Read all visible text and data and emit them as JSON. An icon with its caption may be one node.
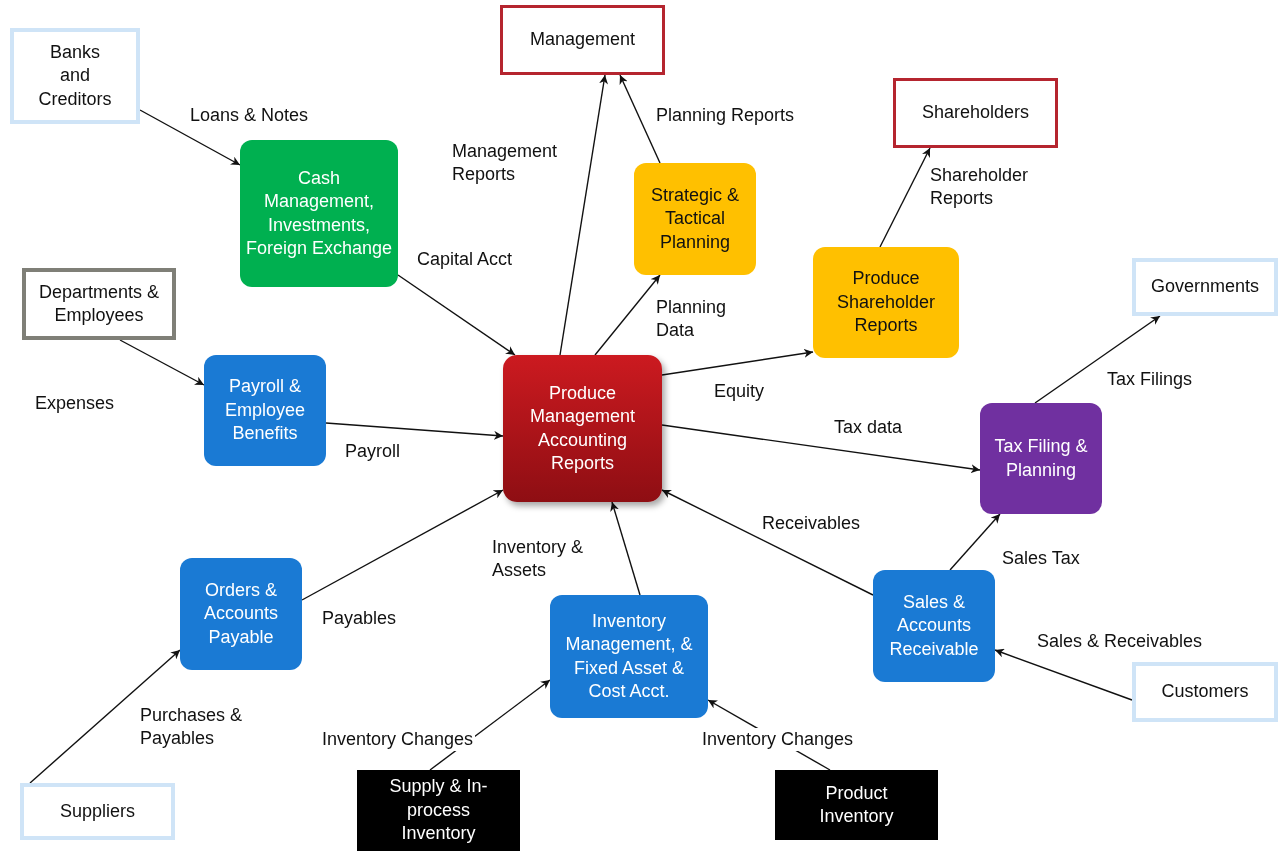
{
  "diagram": {
    "nodes": [
      {
        "text": [
          "Banks and Creditors"
        ]
      },
      {
        "text": [
          "Management"
        ]
      },
      {
        "text": [
          "Shareholders"
        ]
      },
      {
        "text": [
          "Departments & Employees"
        ]
      },
      {
        "text": [
          "Governments"
        ]
      },
      {
        "text": [
          "Cash Management, Investments, Foreign Exchange"
        ]
      },
      {
        "text": [
          "Strategic & Tactical Planning"
        ]
      },
      {
        "text": [
          "Produce Shareholder Reports"
        ]
      },
      {
        "text": [
          "Payroll & Employee Benefits"
        ]
      },
      {
        "text": [
          "Produce Management Accounting Reports"
        ]
      },
      {
        "text": [
          "Tax Filing & Planning"
        ]
      },
      {
        "text": [
          "Orders & Accounts Payable"
        ]
      },
      {
        "text": [
          "Inventory Management, & Fixed Asset & Cost Acct."
        ]
      },
      {
        "text": [
          "Sales & Accounts Receivable"
        ]
      },
      {
        "text": [
          "Customers"
        ]
      },
      {
        "text": [
          "Suppliers"
        ]
      },
      {
        "text": [
          "Supply & In-process Inventory"
        ]
      },
      {
        "text": [
          "Product Inventory"
        ]
      }
    ],
    "edges": [
      {
        "from": 0,
        "to": 5,
        "arrow": "to",
        "label": "Loans & Notes"
      },
      {
        "from": 5,
        "to": 9,
        "arrow": "to",
        "label": "Capital Acct"
      },
      {
        "from": 3,
        "to": 8,
        "arrow": "to",
        "label": "Expenses"
      },
      {
        "from": 8,
        "to": 9,
        "arrow": "to",
        "label": "Payroll"
      },
      {
        "from": 11,
        "to": 9,
        "arrow": "to",
        "label": "Payables"
      },
      {
        "from": 15,
        "to": 11,
        "arrow": "to",
        "label": "Purchases & Payables"
      },
      {
        "from": 16,
        "to": 12,
        "arrow": "to",
        "label": "Inventory Changes"
      },
      {
        "from": 17,
        "to": 12,
        "arrow": "to",
        "label": "Inventory Changes"
      },
      {
        "from": 12,
        "to": 9,
        "arrow": "to",
        "label": "Inventory & Assets"
      },
      {
        "from": 13,
        "to": 9,
        "arrow": "to",
        "label": "Receivables"
      },
      {
        "from": 14,
        "to": 13,
        "arrow": "to",
        "label": "Sales & Receivables"
      },
      {
        "from": 13,
        "to": 10,
        "arrow": "to",
        "label": "Sales Tax"
      },
      {
        "from": 9,
        "to": 10,
        "arrow": "to",
        "label": "Tax data"
      },
      {
        "from": 10,
        "to": 4,
        "arrow": "to",
        "label": "Tax Filings"
      },
      {
        "from": 9,
        "to": 7,
        "arrow": "to",
        "label": "Equity"
      },
      {
        "from": 7,
        "to": 2,
        "arrow": "to",
        "label": "Shareholder Reports"
      },
      {
        "from": 9,
        "to": 6,
        "arrow": "to",
        "label": "Planning Data"
      },
      {
        "from": 6,
        "to": 1,
        "arrow": "to",
        "label": "Planning Reports"
      },
      {
        "from": 9,
        "to": 1,
        "arrow": "to",
        "label": "Management Reports"
      }
    ]
  }
}
